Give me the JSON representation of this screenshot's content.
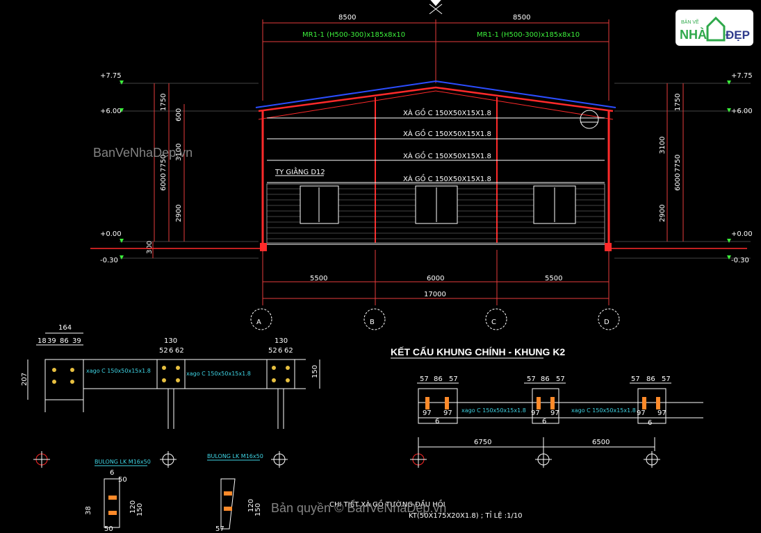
{
  "dims": {
    "top_span_left": "8500",
    "top_span_right": "8500",
    "beam_left": "MR1-1 (H500-300)x185x8x10",
    "beam_right": "MR1-1 (H500-300)x185x8x10",
    "bay_a_b": "5500",
    "bay_b_c": "6000",
    "bay_c_d": "5500",
    "total_span": "17000",
    "h_1750": "1750",
    "h_600": "600",
    "h_7750": "7750",
    "h_3100": "3100",
    "h_6000": "6000",
    "h_2900": "2900",
    "h_300": "300"
  },
  "levels": {
    "top": "+7.75",
    "eave": "+6.00",
    "ground": "+0.00",
    "base": "-0.30"
  },
  "purlins": [
    "XÀ GỒ C 150X50X15X1.8",
    "XÀ GỒ C 150X50X15X1.8",
    "XÀ GỒ C 150X50X15X1.8",
    "XÀ GỒ C 150X50X15X1.8"
  ],
  "tie_label": "TY GIẰNG D12",
  "axes": [
    "A",
    "B",
    "C",
    "D"
  ],
  "main_title": "KẾT CẤU KHUNG CHÍNH - KHUNG K2",
  "detail_title": "CHI TIẾT XÀ GỒ TƯỜNG ĐẦU HỒI",
  "detail_subtitle": "KT(50X175X20X1.8) ; TỈ LỆ :1/10",
  "left_detail": {
    "d164": "164",
    "d18": "18",
    "d39a": "39",
    "d86": "86",
    "d39b": "39",
    "d130a": "130",
    "d52a": "52",
    "d6a": "6",
    "d62a": "62",
    "d130b": "130",
    "d52b": "52",
    "d6b": "6",
    "d62b": "62",
    "d207": "207",
    "d150": "150",
    "xago1": "xago C 150x50x15x1.8",
    "xago2": "xago C 150x50x15x1.8"
  },
  "right_detail": {
    "d57": "57",
    "d86": "86",
    "d97": "97",
    "d6": "6",
    "xago1": "xago C 150x50x15x1.8",
    "xago2": "xago C 150x50x15x1.8",
    "d6750": "6750",
    "d6500": "6500"
  },
  "bolt_label_1": "BULONG LK M16x50",
  "bolt_label_2": "BULONG LK M16x50",
  "bolt_dims": [
    "6",
    "50",
    "150",
    "120",
    "120",
    "150",
    "57",
    "38",
    "50"
  ],
  "watermark_1": "BanVeNhaDep.vn",
  "watermark_2": "Bản quyền © BanVeNhaDep.vn",
  "logo": {
    "top": "BẢN VẼ",
    "nha": "NHÀ",
    "dep": "ĐẸP"
  },
  "colors": {
    "red": "#ff2a2a",
    "green": "#3cf03c",
    "blue": "#2b4dff",
    "cyan": "#3fd6e6"
  }
}
